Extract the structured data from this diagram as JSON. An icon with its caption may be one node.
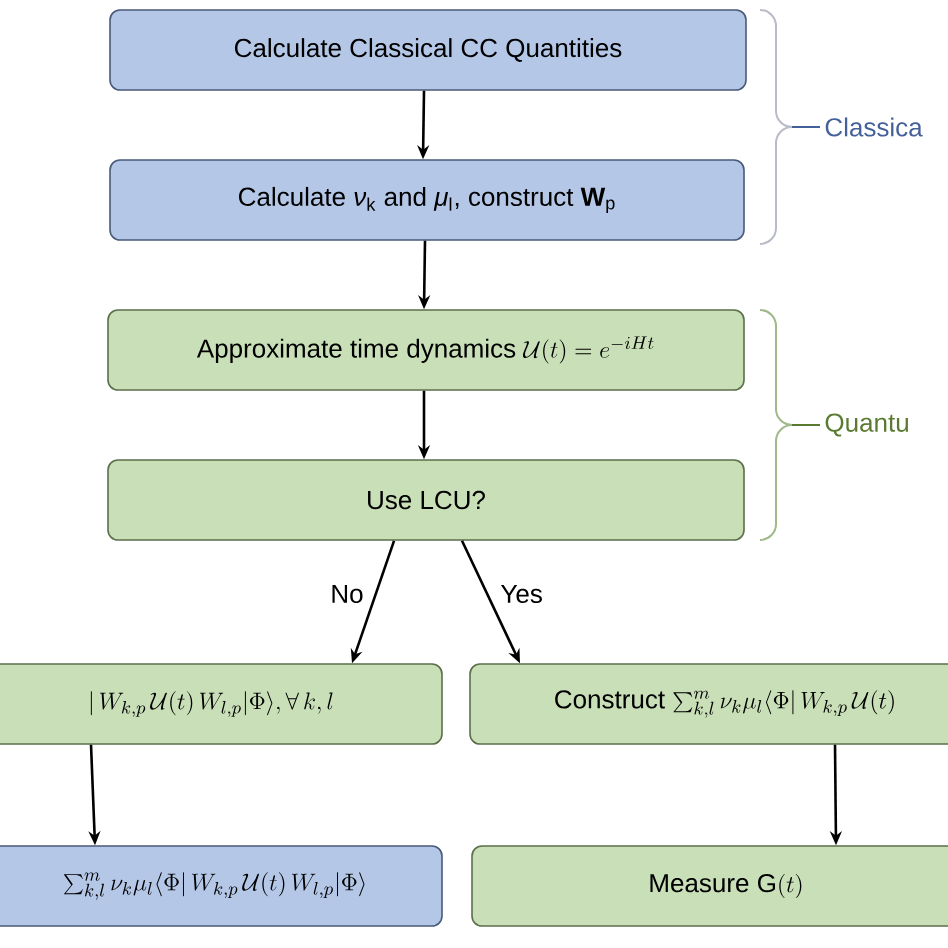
{
  "diagram": {
    "nodes": [
      {
        "text": [
          "Calculate Classical CC Quantities"
        ]
      },
      {
        "text": [
          "Calculate *ν*$_{k}$ and *μ*$_{l}$, construct **W**$_{p}$"
        ]
      },
      {
        "text": [
          "Approximate time dynamics",
          "\\mathcal{U}(t) = e^{-iHt}"
        ]
      },
      {
        "text": [
          "Use LCU?"
        ]
      },
      {
        "text": [
          "|\\, W_{k,p}\\, \\mathcal{U}(t)\\, W_{l,p} |\\Phi\\rangle, \\forall\\, k, l"
        ]
      },
      {
        "text": [
          "Construct",
          "\\sum\\nolimits_{k,l}^{m} \\nu_k \\mu_l \\langle\\Phi|\\, W_{k,p}\\, \\mathcal{U}(t)"
        ]
      },
      {
        "text": [
          "\\sum\\nolimits_{k,l}^{m} \\nu_k \\mu_l \\langle\\Phi|\\, W_{k,p}\\, \\mathcal{U}(t)\\, W_{l,p} |\\Phi\\rangle"
        ]
      },
      {
        "text": [
          "Measure",
          "\\mathrm{G}(t)"
        ]
      }
    ],
    "edges": [
      {
        "from": 0,
        "to": 1,
        "arrow": "to"
      },
      {
        "from": 1,
        "to": 2,
        "arrow": "to"
      },
      {
        "from": 2,
        "to": 3,
        "arrow": "to"
      },
      {
        "from": 3,
        "to": 4,
        "arrow": "to",
        "label": "No"
      },
      {
        "from": 3,
        "to": 5,
        "arrow": "to",
        "label": "Yes"
      },
      {
        "from": 4,
        "to": 6,
        "arrow": "to"
      },
      {
        "from": 5,
        "to": 7,
        "arrow": "to"
      }
    ],
    "labels": [
      "Classica",
      "Quantu"
    ]
  }
}
